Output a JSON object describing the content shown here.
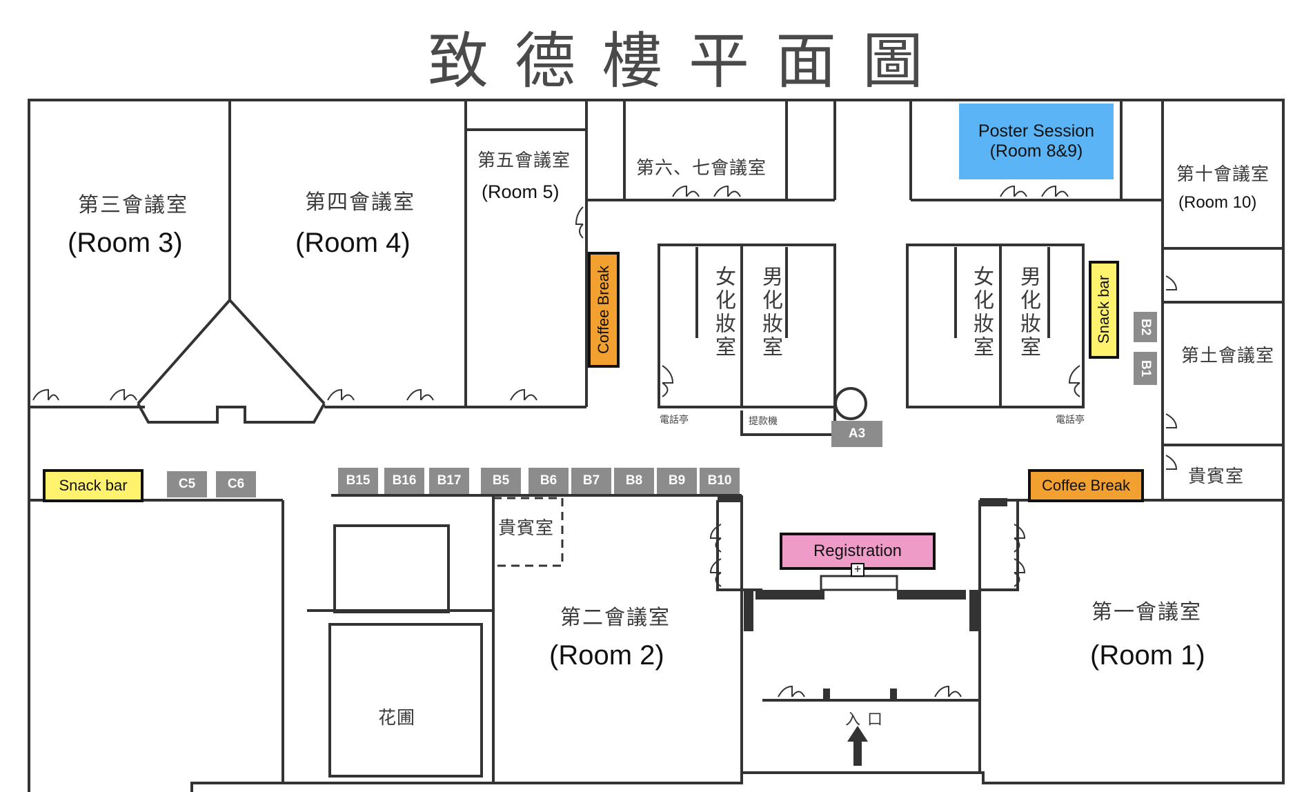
{
  "title": "致德樓平面圖",
  "rooms": {
    "room3": {
      "zh": "第三會議室",
      "en": "(Room 3)"
    },
    "room4": {
      "zh": "第四會議室",
      "en": "(Room 4)"
    },
    "room5": {
      "zh": "第五會議室",
      "en": "(Room 5)"
    },
    "room67": {
      "zh": "第六、七會議室"
    },
    "room10": {
      "zh": "第十會議室",
      "en": "(Room 10)"
    },
    "room11": {
      "zh": "第土會議室"
    },
    "room2": {
      "zh": "第二會議室",
      "en": "(Room 2)"
    },
    "room1": {
      "zh": "第一會議室",
      "en": "(Room 1)"
    }
  },
  "restrooms": {
    "left_women": "女化妝室",
    "left_men": "男化妝室",
    "right_women": "女化妝室",
    "right_men": "男化妝室"
  },
  "misc": {
    "vip_right": "貴賓室",
    "vip_center": "貴賓室",
    "garden": "花圃",
    "entrance": "入口",
    "phone_left": "電話亭",
    "phone_right": "電話亭",
    "atm": "提款機"
  },
  "highlights": {
    "poster_line1": "Poster Session",
    "poster_line2": "(Room 8&9)",
    "coffee_break_vertical": "Coffee Break",
    "coffee_break_right": "Coffee Break",
    "snack_bar_vertical": "Snack bar",
    "snack_bar_left": "Snack bar",
    "registration": "Registration"
  },
  "booths": {
    "a3": "A3",
    "b1": "B1",
    "b2": "B2",
    "c5": "C5",
    "c6": "C6",
    "row": [
      "B15",
      "B16",
      "B17",
      "B5",
      "B6",
      "B7",
      "B8",
      "B9",
      "B10"
    ]
  },
  "colors": {
    "poster": "#5ab4f5",
    "coffee": "#f2a030",
    "snack": "#fff36e",
    "registration": "#ef9bc8",
    "booth": "#8c8c8c"
  }
}
